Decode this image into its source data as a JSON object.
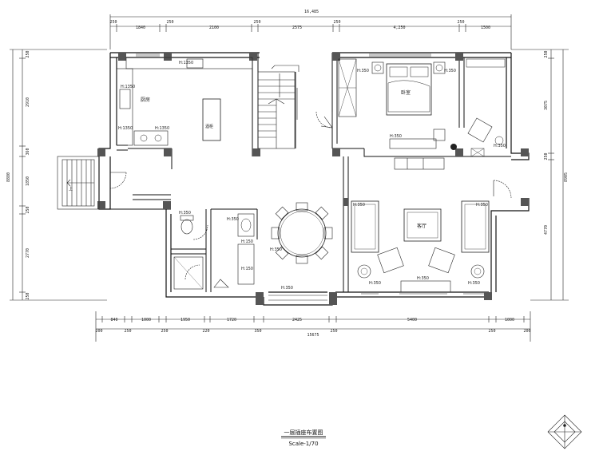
{
  "dimensions": {
    "top_total": "16,485",
    "top": [
      "250",
      "1840",
      "250",
      "2100",
      "250",
      "2575",
      "250",
      "4,250",
      "250",
      "1500"
    ],
    "bottom_total": "15675",
    "bottom": [
      "200",
      "840",
      "250",
      "1000",
      "250",
      "1950",
      "220",
      "1720",
      "350",
      "2425",
      "250",
      "5400",
      "250",
      "1000",
      "200"
    ],
    "left_total": "8880",
    "left": [
      "250",
      "2910",
      "360",
      "1850",
      "250",
      "2770",
      "250"
    ],
    "right_total": "8905",
    "right": [
      "250",
      "3075",
      "250",
      "4770"
    ]
  },
  "rooms": {
    "kitchen": "厨房",
    "island": "酒柜",
    "living": "客厅",
    "bedroom": "卧室",
    "stair_note": "上"
  },
  "tags": {
    "h1350": "H:1350",
    "h150": "H:150",
    "h350": "H:350"
  },
  "title": {
    "name": "一层插座布置图",
    "scale": "Scale-1/70"
  }
}
